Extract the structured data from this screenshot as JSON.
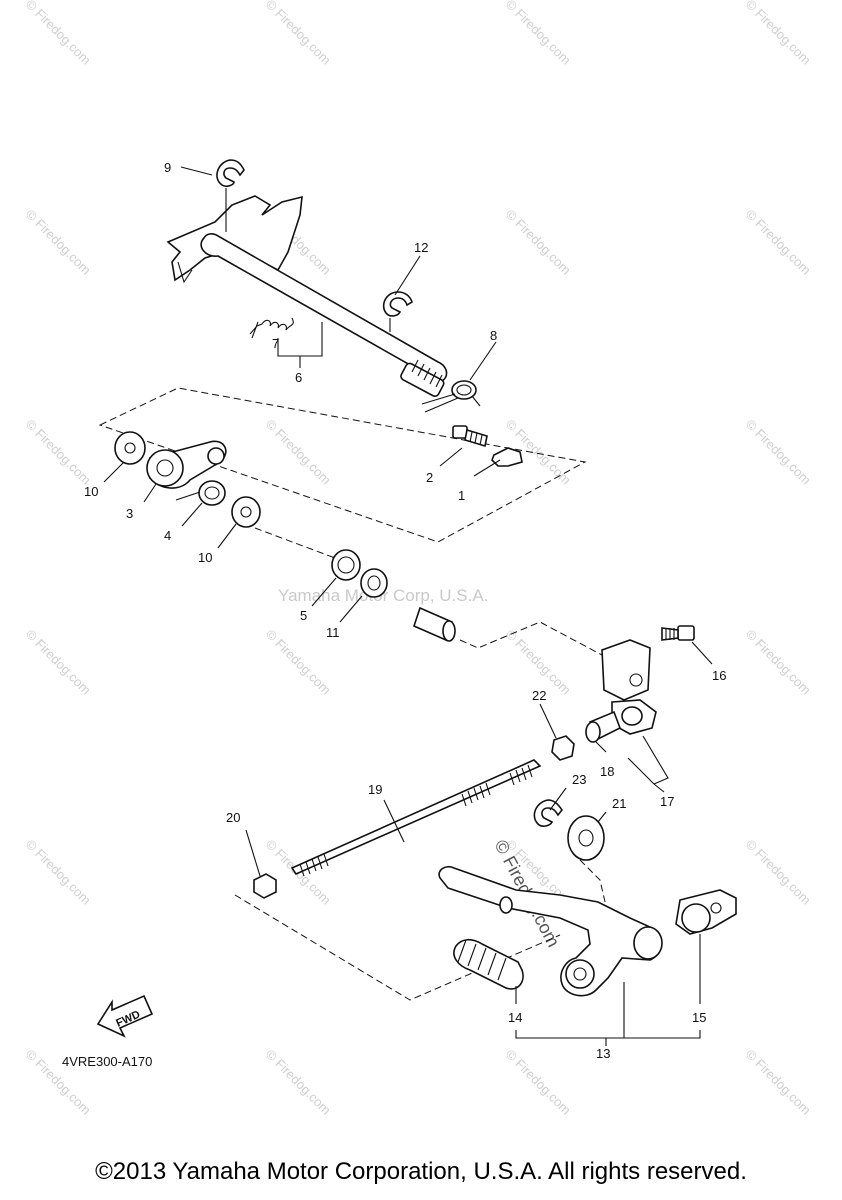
{
  "diagram": {
    "callouts": [
      "1",
      "2",
      "3",
      "4",
      "5",
      "6",
      "7",
      "8",
      "9",
      "10",
      "10",
      "11",
      "12",
      "13",
      "14",
      "15",
      "16",
      "17",
      "18",
      "19",
      "20",
      "21",
      "22",
      "23"
    ],
    "diagram_code": "4VRE300-A170",
    "fwd_label": "FWD",
    "watermark_center": "Yamaha Motor Corp, U.S.A.",
    "watermark_diagonal": "© Firedog.com",
    "watermark_tile": "© Firedog.com"
  },
  "footer": {
    "copyright": "©2013 Yamaha Motor Corporation, U.S.A. All rights reserved."
  }
}
